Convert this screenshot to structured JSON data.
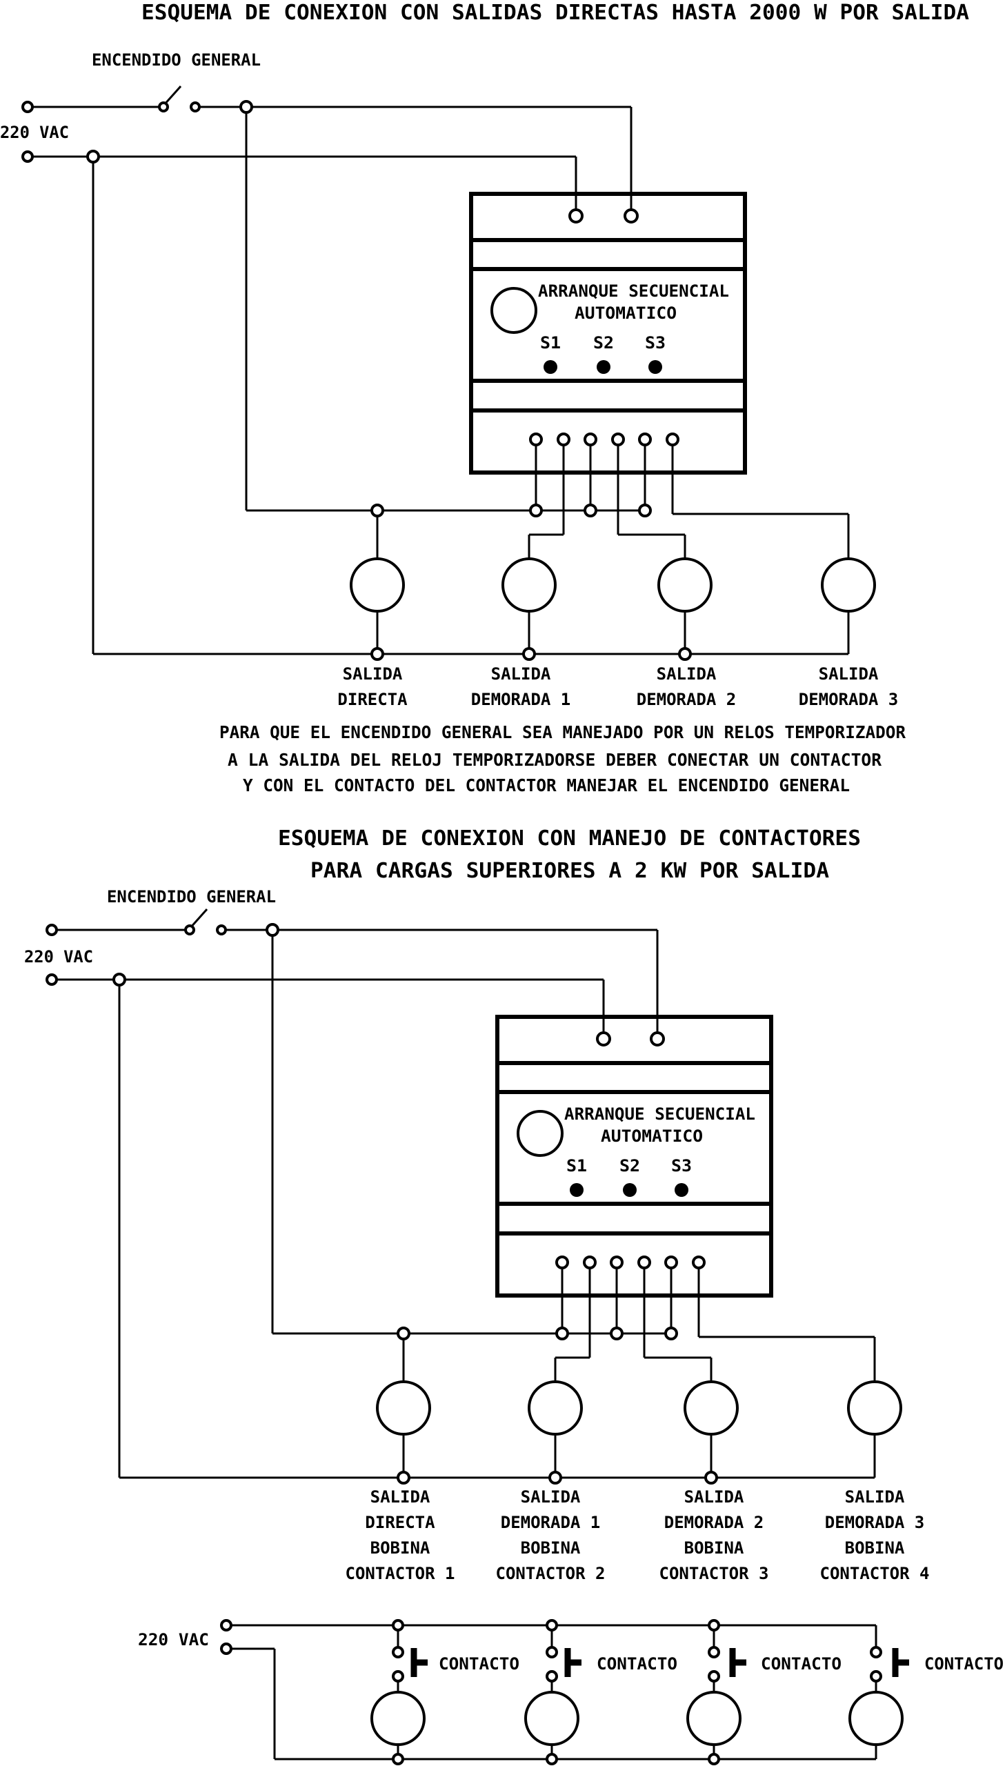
{
  "diagram_1": {
    "title": "ESQUEMA DE CONEXION CON SALIDAS DIRECTAS HASTA 2000 W POR SALIDA",
    "switch_label": "ENCENDIDO GENERAL",
    "supply_label": "220 VAC",
    "device_line1": "ARRANQUE SECUENCIAL",
    "device_line2": "AUTOMATICO",
    "indicators": [
      "S1",
      "S2",
      "S3"
    ],
    "outputs": [
      {
        "line1": "SALIDA",
        "line2": "DIRECTA"
      },
      {
        "line1": "SALIDA",
        "line2": "DEMORADA 1"
      },
      {
        "line1": "SALIDA",
        "line2": "DEMORADA 2"
      },
      {
        "line1": "SALIDA",
        "line2": "DEMORADA 3"
      }
    ]
  },
  "note": {
    "line1": "PARA QUE EL ENCENDIDO GENERAL SEA MANEJADO POR UN RELOS TEMPORIZADOR",
    "line2": "A LA SALIDA DEL RELOJ TEMPORIZADORSE DEBER  CONECTAR UN CONTACTOR",
    "line3": "Y CON EL CONTACTO DEL CONTACTOR MANEJAR EL ENCENDIDO GENERAL"
  },
  "diagram_2": {
    "title_line1": "ESQUEMA DE CONEXION CON MANEJO DE CONTACTORES",
    "title_line2": "PARA CARGAS SUPERIORES A 2 KW POR SALIDA",
    "switch_label": "ENCENDIDO GENERAL",
    "supply_label": "220 VAC",
    "device_line1": "ARRANQUE SECUENCIAL",
    "device_line2": "AUTOMATICO",
    "indicators": [
      "S1",
      "S2",
      "S3"
    ],
    "outputs": [
      {
        "line1": "SALIDA",
        "line2": "DIRECTA",
        "line3": "BOBINA",
        "line4": "CONTACTOR 1"
      },
      {
        "line1": "SALIDA",
        "line2": "DEMORADA 1",
        "line3": "BOBINA",
        "line4": "CONTACTOR 2"
      },
      {
        "line1": "SALIDA",
        "line2": "DEMORADA 2",
        "line3": "BOBINA",
        "line4": "CONTACTOR 3"
      },
      {
        "line1": "SALIDA",
        "line2": "DEMORADA 3",
        "line3": "BOBINA",
        "line4": "CONTACTOR 4"
      }
    ]
  },
  "diagram_3": {
    "supply_label": "220 VAC",
    "contact_labels": [
      "CONTACTO",
      "CONTACTO",
      "CONTACTO",
      "CONTACTO"
    ]
  }
}
